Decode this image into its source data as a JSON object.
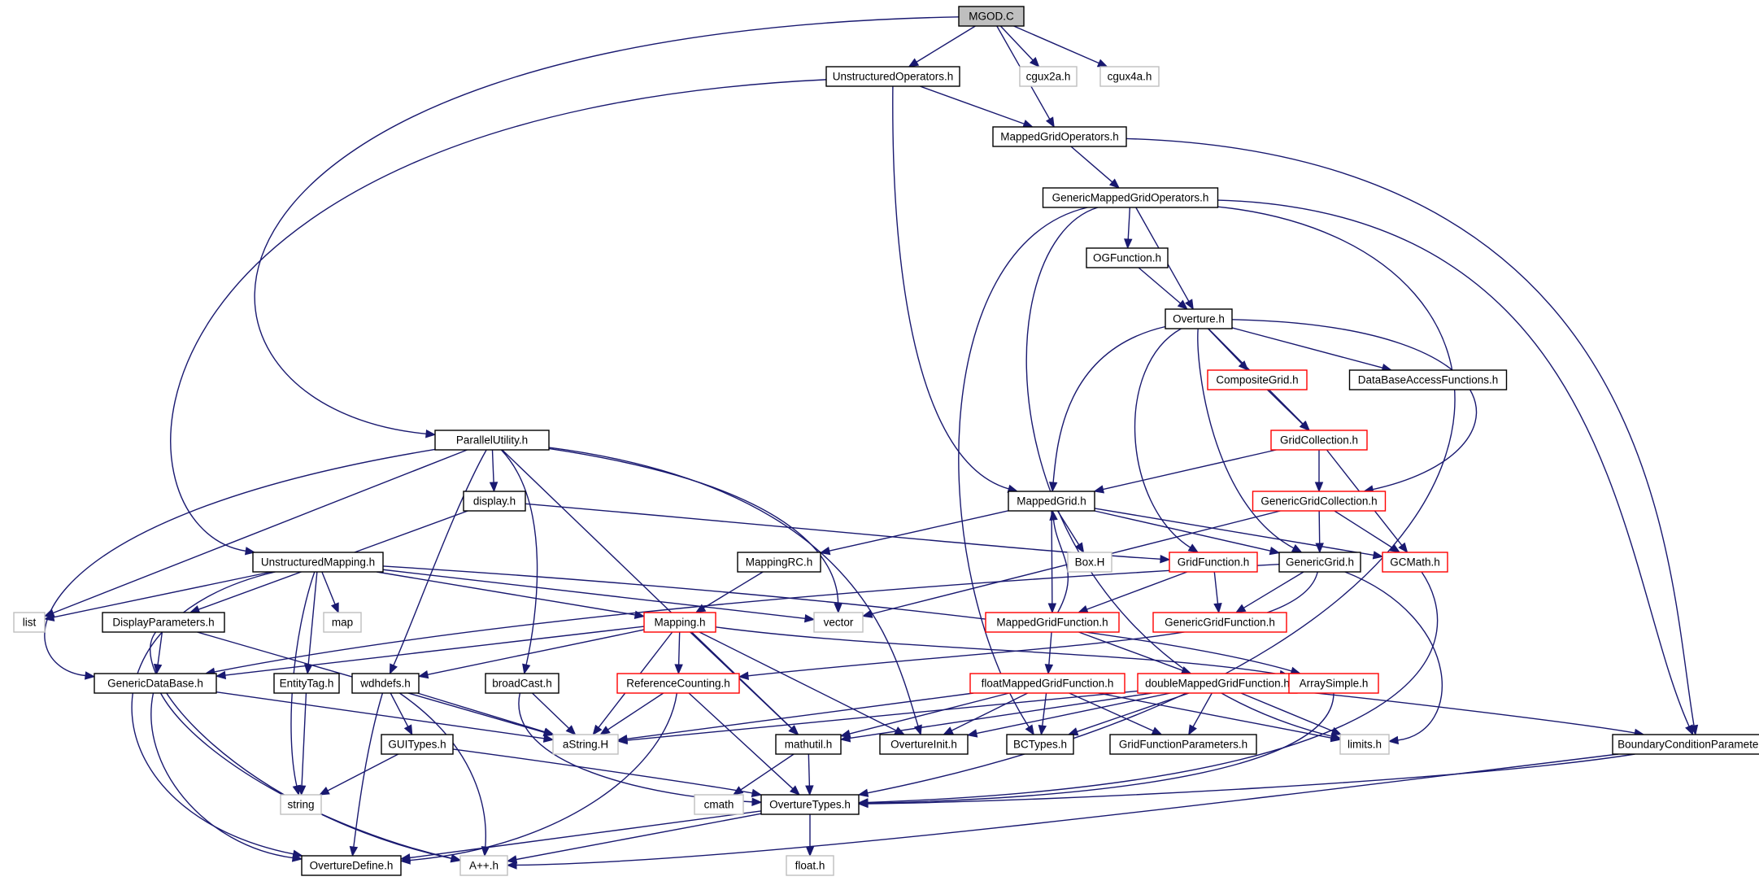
{
  "colors": {
    "edge": "#191970",
    "root_fill": "#bfbfbf",
    "normal_border": "#000000",
    "truncated_border": "#ff0000",
    "external_border": "#bfbfbf",
    "background": "#ffffff"
  },
  "nodes": [
    {
      "id": "mgod",
      "label": "MGOD.C",
      "kind": "root"
    },
    {
      "id": "unstructuredoperators",
      "label": "UnstructuredOperators.h",
      "kind": "normal"
    },
    {
      "id": "cgux2a",
      "label": "cgux2a.h",
      "kind": "external"
    },
    {
      "id": "cgux4a",
      "label": "cgux4a.h",
      "kind": "external"
    },
    {
      "id": "mappedgridoperators",
      "label": "MappedGridOperators.h",
      "kind": "normal"
    },
    {
      "id": "genericmappedgridoperators",
      "label": "GenericMappedGridOperators.h",
      "kind": "normal"
    },
    {
      "id": "ogfunction",
      "label": "OGFunction.h",
      "kind": "normal"
    },
    {
      "id": "overture",
      "label": "Overture.h",
      "kind": "normal"
    },
    {
      "id": "compositegrid",
      "label": "CompositeGrid.h",
      "kind": "truncated"
    },
    {
      "id": "databaseaccessfunctions",
      "label": "DataBaseAccessFunctions.h",
      "kind": "normal"
    },
    {
      "id": "gridcollection",
      "label": "GridCollection.h",
      "kind": "truncated"
    },
    {
      "id": "parallelutility",
      "label": "ParallelUtility.h",
      "kind": "normal"
    },
    {
      "id": "mappedgrid",
      "label": "MappedGrid.h",
      "kind": "normal"
    },
    {
      "id": "genericgridcollection",
      "label": "GenericGridCollection.h",
      "kind": "truncated"
    },
    {
      "id": "display",
      "label": "display.h",
      "kind": "normal"
    },
    {
      "id": "unstructuredmapping",
      "label": "UnstructuredMapping.h",
      "kind": "normal"
    },
    {
      "id": "mappingrc",
      "label": "MappingRC.h",
      "kind": "normal"
    },
    {
      "id": "boxh",
      "label": "Box.H",
      "kind": "external"
    },
    {
      "id": "gridfunction",
      "label": "GridFunction.h",
      "kind": "truncated"
    },
    {
      "id": "genericgrid",
      "label": "GenericGrid.h",
      "kind": "normal"
    },
    {
      "id": "gcmath",
      "label": "GCMath.h",
      "kind": "truncated"
    },
    {
      "id": "list",
      "label": "list",
      "kind": "external"
    },
    {
      "id": "displayparameters",
      "label": "DisplayParameters.h",
      "kind": "normal"
    },
    {
      "id": "map",
      "label": "map",
      "kind": "external"
    },
    {
      "id": "mapping",
      "label": "Mapping.h",
      "kind": "truncated"
    },
    {
      "id": "vector",
      "label": "vector",
      "kind": "external"
    },
    {
      "id": "mappedgridfunction",
      "label": "MappedGridFunction.h",
      "kind": "truncated"
    },
    {
      "id": "genericgridfunction",
      "label": "GenericGridFunction.h",
      "kind": "truncated"
    },
    {
      "id": "genericdatabase",
      "label": "GenericDataBase.h",
      "kind": "normal"
    },
    {
      "id": "entitytag",
      "label": "EntityTag.h",
      "kind": "normal"
    },
    {
      "id": "wdhdefs",
      "label": "wdhdefs.h",
      "kind": "normal"
    },
    {
      "id": "broadcast",
      "label": "broadCast.h",
      "kind": "normal"
    },
    {
      "id": "referencecounting",
      "label": "ReferenceCounting.h",
      "kind": "truncated"
    },
    {
      "id": "floatmappedgridfunction",
      "label": "floatMappedGridFunction.h",
      "kind": "truncated"
    },
    {
      "id": "doublemappedgridfunction",
      "label": "doubleMappedGridFunction.h",
      "kind": "truncated"
    },
    {
      "id": "arraysimple",
      "label": "ArraySimple.h",
      "kind": "truncated"
    },
    {
      "id": "guitypes",
      "label": "GUITypes.h",
      "kind": "normal"
    },
    {
      "id": "astring",
      "label": "aString.H",
      "kind": "external"
    },
    {
      "id": "mathutil",
      "label": "mathutil.h",
      "kind": "normal"
    },
    {
      "id": "overtureinit",
      "label": "OvertureInit.h",
      "kind": "normal"
    },
    {
      "id": "bctypes",
      "label": "BCTypes.h",
      "kind": "normal"
    },
    {
      "id": "gridfunctionparameters",
      "label": "GridFunctionParameters.h",
      "kind": "normal"
    },
    {
      "id": "limits",
      "label": "limits.h",
      "kind": "external"
    },
    {
      "id": "boundaryconditionparameters",
      "label": "BoundaryConditionParameters.h",
      "kind": "normal"
    },
    {
      "id": "string",
      "label": "string",
      "kind": "external"
    },
    {
      "id": "cmath",
      "label": "cmath",
      "kind": "external"
    },
    {
      "id": "overturetypes",
      "label": "OvertureTypes.h",
      "kind": "normal"
    },
    {
      "id": "overturedefine",
      "label": "OvertureDefine.h",
      "kind": "normal"
    },
    {
      "id": "aplusplus",
      "label": "A++.h",
      "kind": "external"
    },
    {
      "id": "float",
      "label": "float.h",
      "kind": "external"
    }
  ],
  "edges": [
    [
      "mgod",
      "unstructuredoperators"
    ],
    [
      "mgod",
      "mappedgridoperators"
    ],
    [
      "mgod",
      "cgux2a"
    ],
    [
      "mgod",
      "cgux4a"
    ],
    [
      "mgod",
      "parallelutility"
    ],
    [
      "unstructuredoperators",
      "mappedgridoperators"
    ],
    [
      "unstructuredoperators",
      "unstructuredmapping"
    ],
    [
      "unstructuredoperators",
      "mappedgrid"
    ],
    [
      "mappedgridoperators",
      "genericmappedgridoperators"
    ],
    [
      "mappedgridoperators",
      "boundaryconditionparameters"
    ],
    [
      "genericmappedgridoperators",
      "ogfunction"
    ],
    [
      "genericmappedgridoperators",
      "overture"
    ],
    [
      "genericmappedgridoperators",
      "bctypes"
    ],
    [
      "genericmappedgridoperators",
      "limits"
    ],
    [
      "genericmappedgridoperators",
      "overturetypes"
    ],
    [
      "genericmappedgridoperators",
      "boundaryconditionparameters"
    ],
    [
      "ogfunction",
      "overture"
    ],
    [
      "overture",
      "compositegrid"
    ],
    [
      "overture",
      "databaseaccessfunctions"
    ],
    [
      "overture",
      "gridcollection"
    ],
    [
      "overture",
      "mappedgrid"
    ],
    [
      "overture",
      "gridfunction"
    ],
    [
      "overture",
      "genericgrid"
    ],
    [
      "overture",
      "genericgridcollection"
    ],
    [
      "compositegrid",
      "gridcollection"
    ],
    [
      "gridcollection",
      "mappedgrid"
    ],
    [
      "gridcollection",
      "genericgridcollection"
    ],
    [
      "gridcollection",
      "gcmath"
    ],
    [
      "genericgridcollection",
      "genericgrid"
    ],
    [
      "genericgridcollection",
      "gcmath"
    ],
    [
      "genericgridcollection",
      "vector"
    ],
    [
      "mappedgrid",
      "mappingrc"
    ],
    [
      "mappedgrid",
      "boxh"
    ],
    [
      "mappedgrid",
      "mappedgridfunction"
    ],
    [
      "mappedgrid",
      "genericgrid"
    ],
    [
      "mappedgrid",
      "gcmath"
    ],
    [
      "mappedgridfunction",
      "mappedgrid"
    ],
    [
      "mappedgridfunction",
      "floatmappedgridfunction"
    ],
    [
      "mappedgridfunction",
      "doublemappedgridfunction"
    ],
    [
      "gridfunction",
      "mappedgridfunction"
    ],
    [
      "gridfunction",
      "genericgridfunction"
    ],
    [
      "genericgrid",
      "genericgridfunction"
    ],
    [
      "genericgrid",
      "referencecounting"
    ],
    [
      "genericgrid",
      "limits"
    ],
    [
      "genericgrid",
      "genericdatabase"
    ],
    [
      "gcmath",
      "overturetypes"
    ],
    [
      "mappingrc",
      "mapping"
    ],
    [
      "parallelutility",
      "display"
    ],
    [
      "parallelutility",
      "list"
    ],
    [
      "parallelutility",
      "genericdatabase"
    ],
    [
      "parallelutility",
      "wdhdefs"
    ],
    [
      "parallelutility",
      "broadcast"
    ],
    [
      "parallelutility",
      "mathutil"
    ],
    [
      "parallelutility",
      "vector"
    ],
    [
      "parallelutility",
      "overtureinit"
    ],
    [
      "display",
      "displayparameters"
    ],
    [
      "display",
      "gridfunction"
    ],
    [
      "unstructuredmapping",
      "list"
    ],
    [
      "unstructuredmapping",
      "map"
    ],
    [
      "unstructuredmapping",
      "vector"
    ],
    [
      "unstructuredmapping",
      "string"
    ],
    [
      "unstructuredmapping",
      "entitytag"
    ],
    [
      "unstructuredmapping",
      "mapping"
    ],
    [
      "unstructuredmapping",
      "arraysimple"
    ],
    [
      "unstructuredmapping",
      "overturedefine"
    ],
    [
      "displayparameters",
      "genericdatabase"
    ],
    [
      "displayparameters",
      "astring"
    ],
    [
      "displayparameters",
      "aplusplus"
    ],
    [
      "mapping",
      "genericdatabase"
    ],
    [
      "mapping",
      "referencecounting"
    ],
    [
      "mapping",
      "wdhdefs"
    ],
    [
      "mapping",
      "astring"
    ],
    [
      "mapping",
      "mathutil"
    ],
    [
      "mapping",
      "overtureinit"
    ],
    [
      "mapping",
      "arraysimple"
    ],
    [
      "genericdatabase",
      "astring"
    ],
    [
      "genericdatabase",
      "overturedefine"
    ],
    [
      "genericdatabase",
      "aplusplus"
    ],
    [
      "entitytag",
      "string"
    ],
    [
      "wdhdefs",
      "guitypes"
    ],
    [
      "wdhdefs",
      "astring"
    ],
    [
      "wdhdefs",
      "overturedefine"
    ],
    [
      "wdhdefs",
      "aplusplus"
    ],
    [
      "broadcast",
      "astring"
    ],
    [
      "broadcast",
      "overturetypes"
    ],
    [
      "referencecounting",
      "astring"
    ],
    [
      "referencecounting",
      "overturetypes"
    ],
    [
      "referencecounting",
      "overturedefine"
    ],
    [
      "guitypes",
      "string"
    ],
    [
      "guitypes",
      "overturetypes"
    ],
    [
      "floatmappedgridfunction",
      "astring"
    ],
    [
      "floatmappedgridfunction",
      "mathutil"
    ],
    [
      "floatmappedgridfunction",
      "overtureinit"
    ],
    [
      "floatmappedgridfunction",
      "bctypes"
    ],
    [
      "floatmappedgridfunction",
      "gridfunctionparameters"
    ],
    [
      "floatmappedgridfunction",
      "limits"
    ],
    [
      "doublemappedgridfunction",
      "astring"
    ],
    [
      "doublemappedgridfunction",
      "mathutil"
    ],
    [
      "doublemappedgridfunction",
      "overtureinit"
    ],
    [
      "doublemappedgridfunction",
      "bctypes"
    ],
    [
      "doublemappedgridfunction",
      "gridfunctionparameters"
    ],
    [
      "doublemappedgridfunction",
      "limits"
    ],
    [
      "doublemappedgridfunction",
      "boundaryconditionparameters"
    ],
    [
      "arraysimple",
      "overturetypes"
    ],
    [
      "mathutil",
      "cmath"
    ],
    [
      "mathutil",
      "overturetypes"
    ],
    [
      "boundaryconditionparameters",
      "overturetypes"
    ],
    [
      "boundaryconditionparameters",
      "aplusplus"
    ],
    [
      "overturetypes",
      "overturedefine"
    ],
    [
      "overturetypes",
      "aplusplus"
    ],
    [
      "overturetypes",
      "float"
    ]
  ]
}
